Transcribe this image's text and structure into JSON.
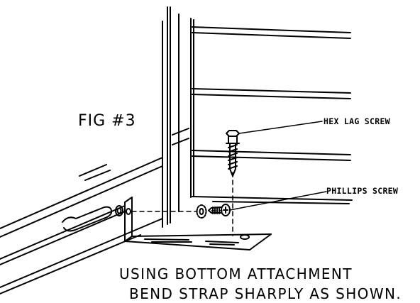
{
  "figure": {
    "label": "FIG #3",
    "callouts": {
      "hex_lag_screw": "HEX LAG SCREW",
      "phillips_screw": "PHILLIPS SCREW"
    },
    "caption": {
      "line1": "USING BOTTOM ATTACHMENT",
      "line2": "BEND STRAP SHARPLY AS SHOWN."
    }
  },
  "parts": {
    "hex_lag_screw": "hex-lag-screw",
    "phillips_screw": "phillips-screw",
    "bottom_strap": "angled-bottom-strap",
    "door_panel": "garage-door-panel",
    "vertical_track": "vertical-track",
    "horizontal_track": "horizontal-track"
  },
  "colors": {
    "line": "#000000",
    "background": "#ffffff"
  }
}
